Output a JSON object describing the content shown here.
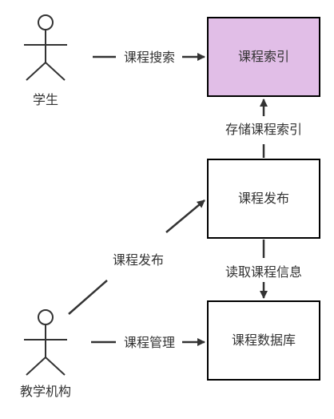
{
  "actors": {
    "student": {
      "label": "学生"
    },
    "institution": {
      "label": "教学机构"
    }
  },
  "nodes": {
    "course_index": {
      "label": "课程索引",
      "fill": "#e1bee7"
    },
    "course_publish": {
      "label": "课程发布"
    },
    "course_db": {
      "label": "课程数据库"
    }
  },
  "edges": {
    "search": {
      "label": "课程搜索"
    },
    "store_index": {
      "label": "存储课程索引"
    },
    "publish": {
      "label": "课程发布"
    },
    "read_info": {
      "label": "读取课程信息"
    },
    "manage": {
      "label": "课程管理"
    }
  },
  "colors": {
    "line": "#333333",
    "text": "#333333",
    "box_stroke": "#000000"
  }
}
